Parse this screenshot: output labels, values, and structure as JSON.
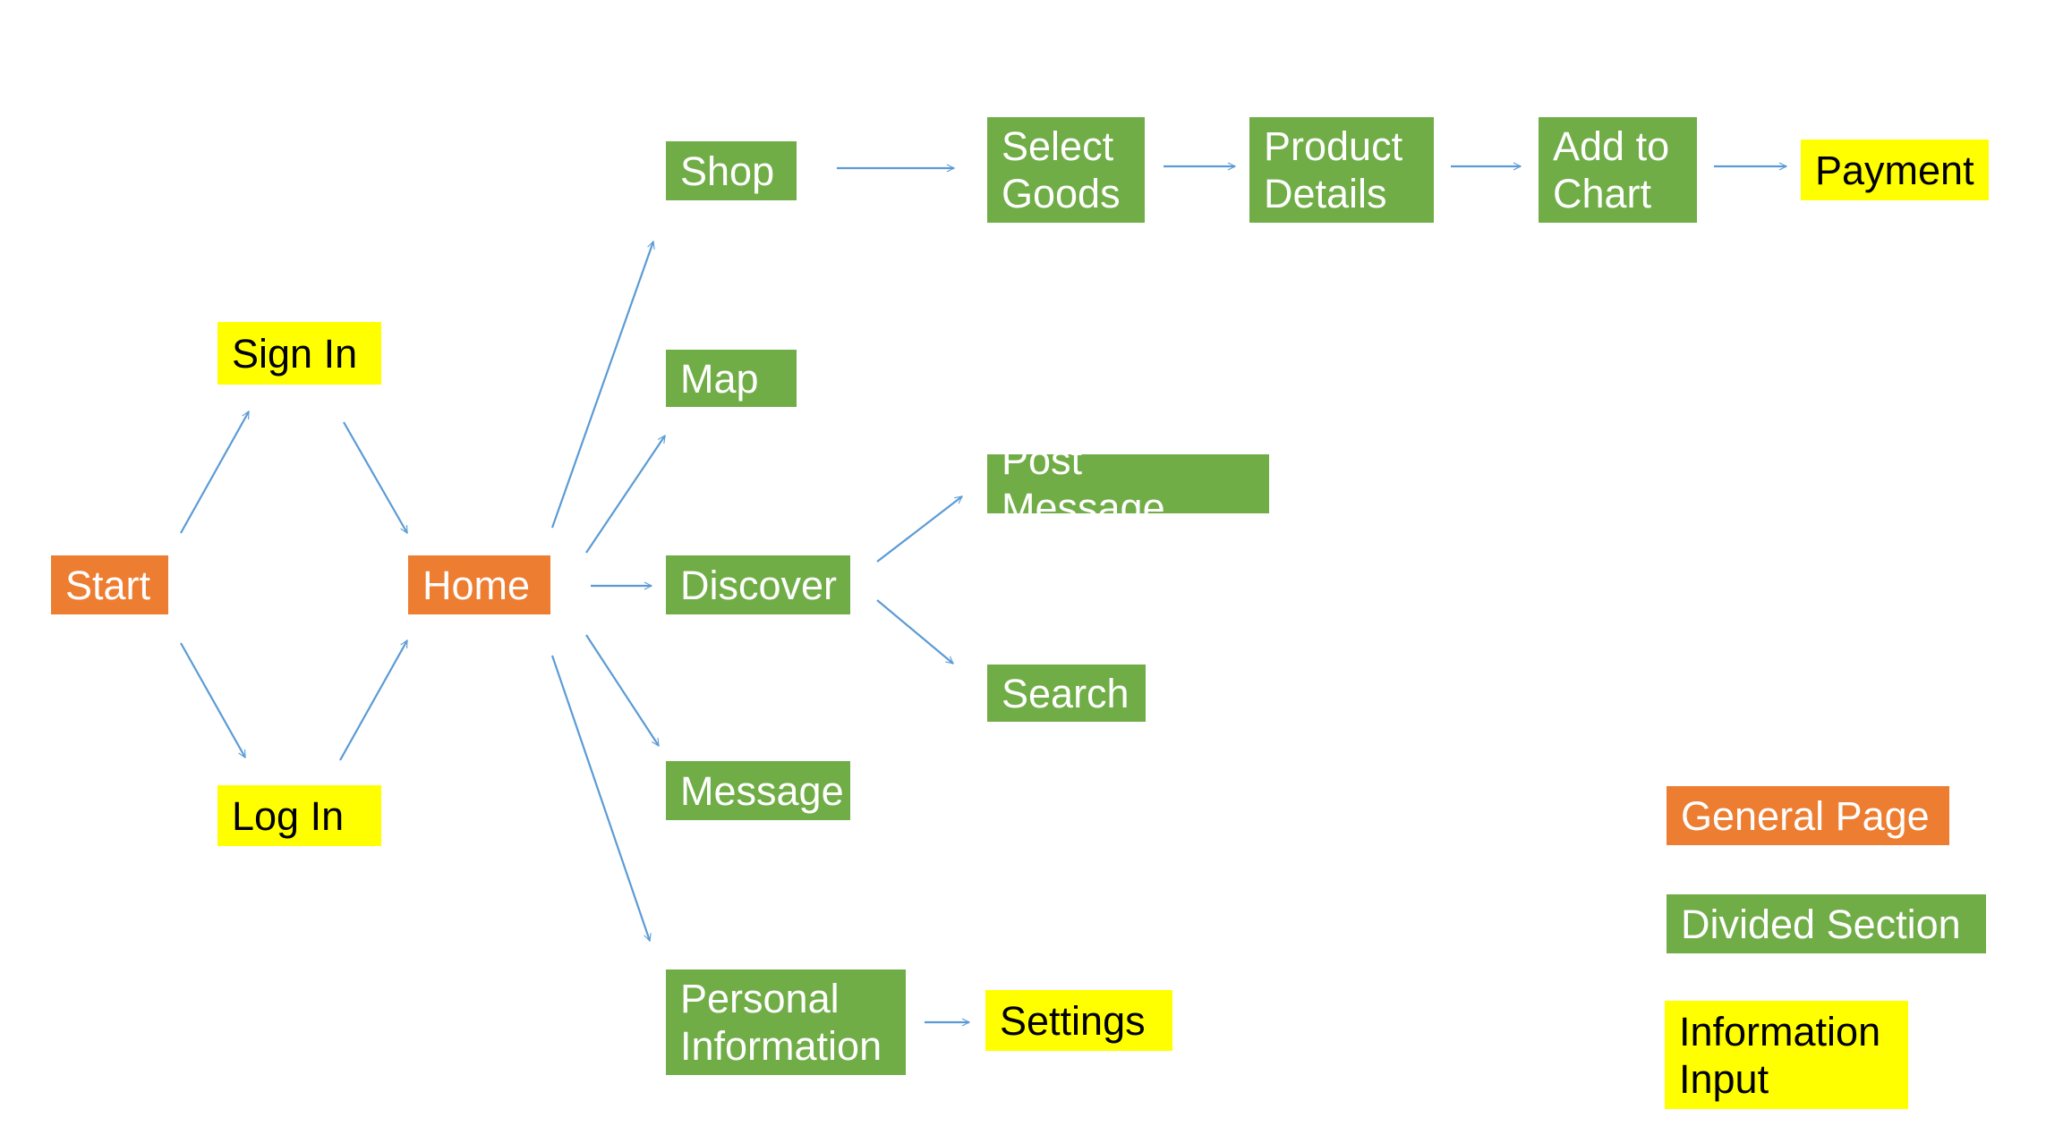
{
  "colors": {
    "general_page": "#ED7D31",
    "divided_section": "#70AD47",
    "information_input": "#FFFF00",
    "arrow": "#5B9BD5"
  },
  "nodes": {
    "start": "Start",
    "sign_in": "Sign In",
    "log_in": "Log In",
    "home": "Home",
    "shop": "Shop",
    "map": "Map",
    "discover": "Discover",
    "message": "Message",
    "personal_information": "Personal\nInformation",
    "select_goods": "Select\nGoods",
    "product_details": "Product\nDetails",
    "add_to_chart": "Add to\nChart",
    "payment": "Payment",
    "post_message": "Post Message",
    "search": "Search",
    "settings": "Settings"
  },
  "legend": {
    "general_page": "General Page",
    "divided_section": "Divided Section",
    "information_input": "Information\nInput"
  }
}
